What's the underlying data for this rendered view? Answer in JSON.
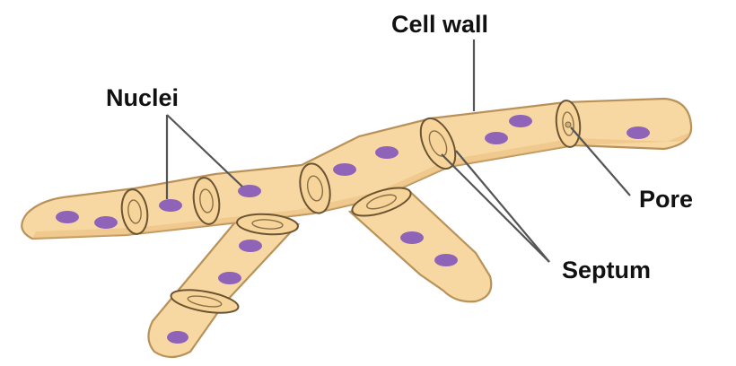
{
  "labels": {
    "cell_wall": "Cell wall",
    "nuclei": "Nuclei",
    "pore": "Pore",
    "septum": "Septum"
  },
  "colors": {
    "hypha": "#f8d8a2",
    "hypha_outline": "#b9925a",
    "nucleus": "#8e63b8",
    "septum_line": "#6b5433",
    "leader_line": "#555555"
  }
}
